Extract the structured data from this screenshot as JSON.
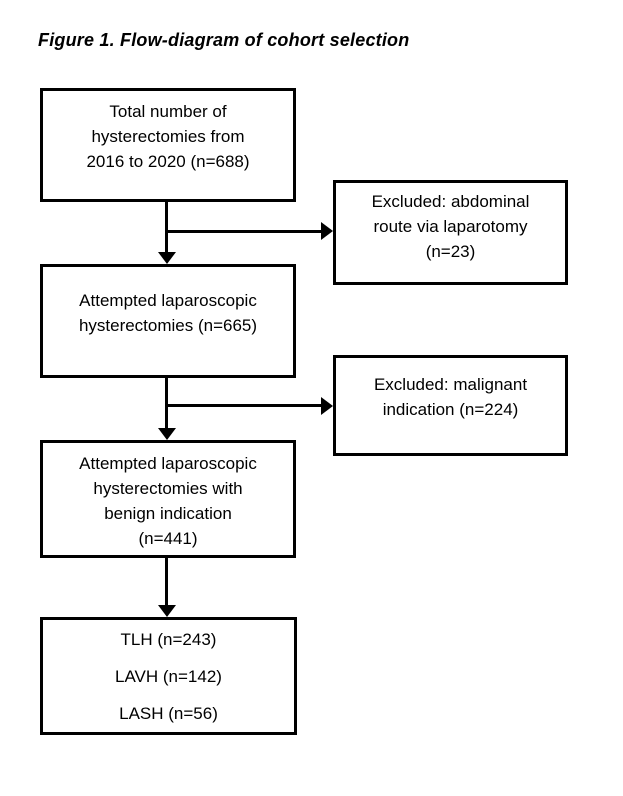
{
  "figure": {
    "title": "Figure 1. Flow-diagram of cohort selection"
  },
  "colors": {
    "ink": "#000000",
    "background": "#ffffff"
  },
  "flow": {
    "nodes": {
      "total": {
        "text": "Total number of\nhysterectomies from\n2016 to 2020 (n=688)",
        "n": 688
      },
      "excluded_laparotomy": {
        "text": "Excluded: abdominal\nroute via laparotomy\n(n=23)",
        "n": 23
      },
      "attempted": {
        "text": "Attempted laparoscopic\nhysterectomies (n=665)",
        "n": 665
      },
      "excluded_malignant": {
        "text": "Excluded: malignant\nindication (n=224)",
        "n": 224
      },
      "benign": {
        "text": "Attempted laparoscopic\nhysterectomies with\nbenign indication\n(n=441)",
        "n": 441
      },
      "outcomes": {
        "lines": [
          "TLH (n=243)",
          "LAVH (n=142)",
          "LASH (n=56)"
        ],
        "tlh_n": 243,
        "lavh_n": 142,
        "lash_n": 56
      }
    }
  }
}
